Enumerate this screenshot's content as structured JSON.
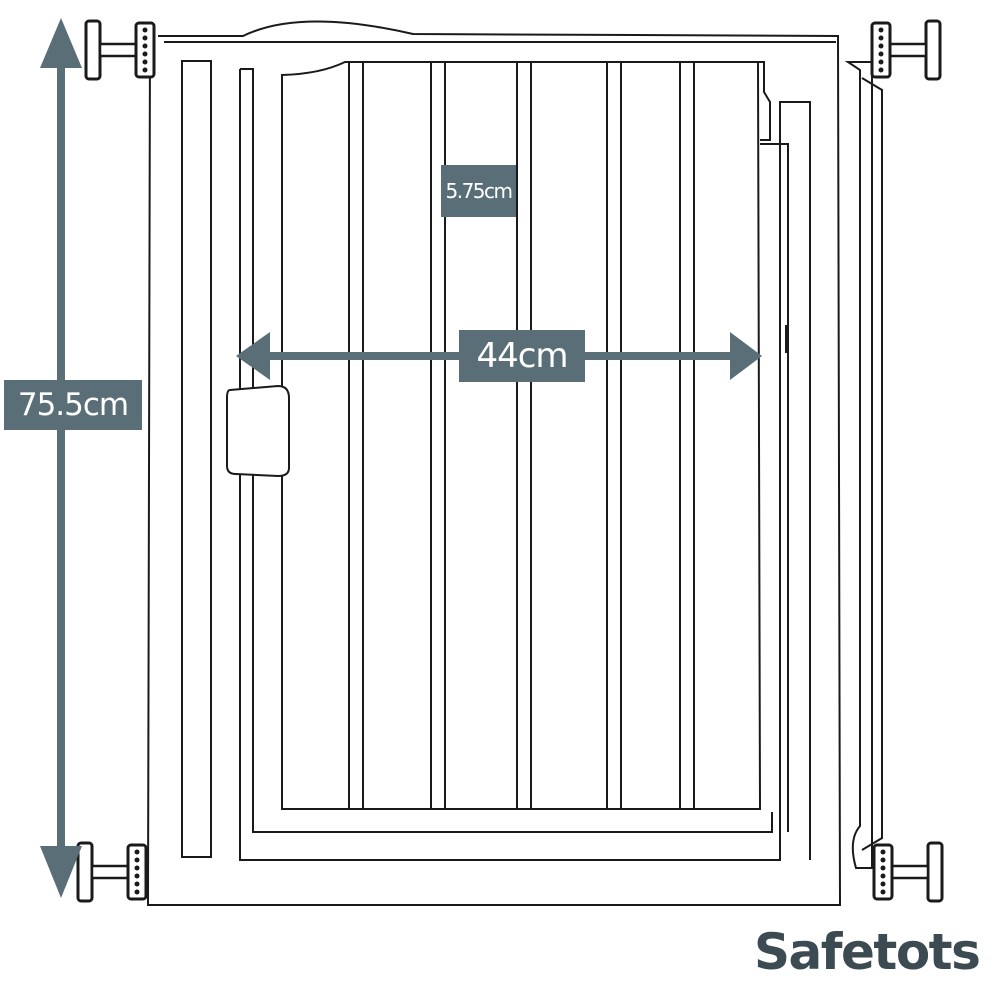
{
  "diagram": {
    "labels": {
      "height": "75.5cm",
      "width": "44cm",
      "bar_spacing": "5.75cm"
    },
    "brand": "Safetots",
    "colors": {
      "line": "#1a1a1a",
      "dimension": "#5a6e78",
      "label_text": "#ffffff",
      "brand_text": "#3c4a52"
    }
  }
}
